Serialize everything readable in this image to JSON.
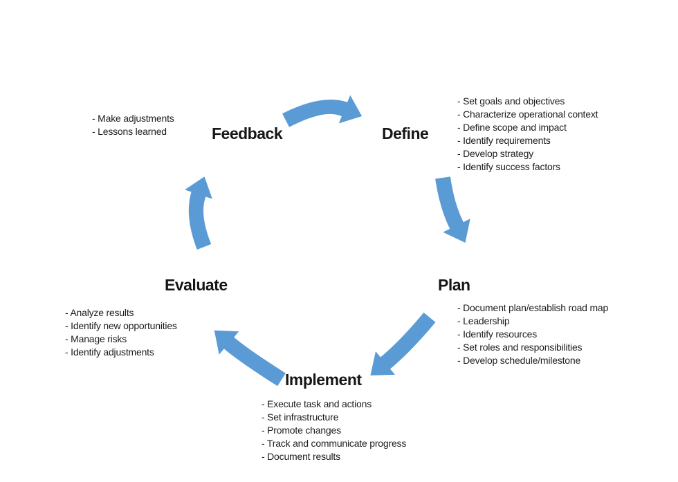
{
  "diagram": {
    "type": "cycle",
    "accent_color": "#5B9BD5",
    "stages": [
      {
        "name": "Feedback",
        "bullets": [
          "- Make adjustments",
          "- Lessons learned"
        ]
      },
      {
        "name": "Define",
        "bullets": [
          "- Set goals and objectives",
          "- Characterize operational context",
          "- Define scope and impact",
          "- Identify requirements",
          "- Develop strategy",
          "- Identify success factors"
        ]
      },
      {
        "name": "Plan",
        "bullets": [
          "- Document plan/establish road map",
          "- Leadership",
          "- Identify resources",
          "- Set roles and responsibilities",
          "- Develop schedule/milestone"
        ]
      },
      {
        "name": "Implement",
        "bullets": [
          "- Execute task and actions",
          "- Set infrastructure",
          "- Promote changes",
          "- Track and communicate progress",
          "- Document results"
        ]
      },
      {
        "name": "Evaluate",
        "bullets": [
          "- Analyze results",
          "- Identify new opportunities",
          "- Manage risks",
          "- Identify adjustments"
        ]
      }
    ],
    "connections": [
      {
        "from": "Feedback",
        "to": "Define"
      },
      {
        "from": "Define",
        "to": "Plan"
      },
      {
        "from": "Plan",
        "to": "Implement"
      },
      {
        "from": "Implement",
        "to": "Evaluate"
      },
      {
        "from": "Evaluate",
        "to": "Feedback"
      }
    ]
  }
}
